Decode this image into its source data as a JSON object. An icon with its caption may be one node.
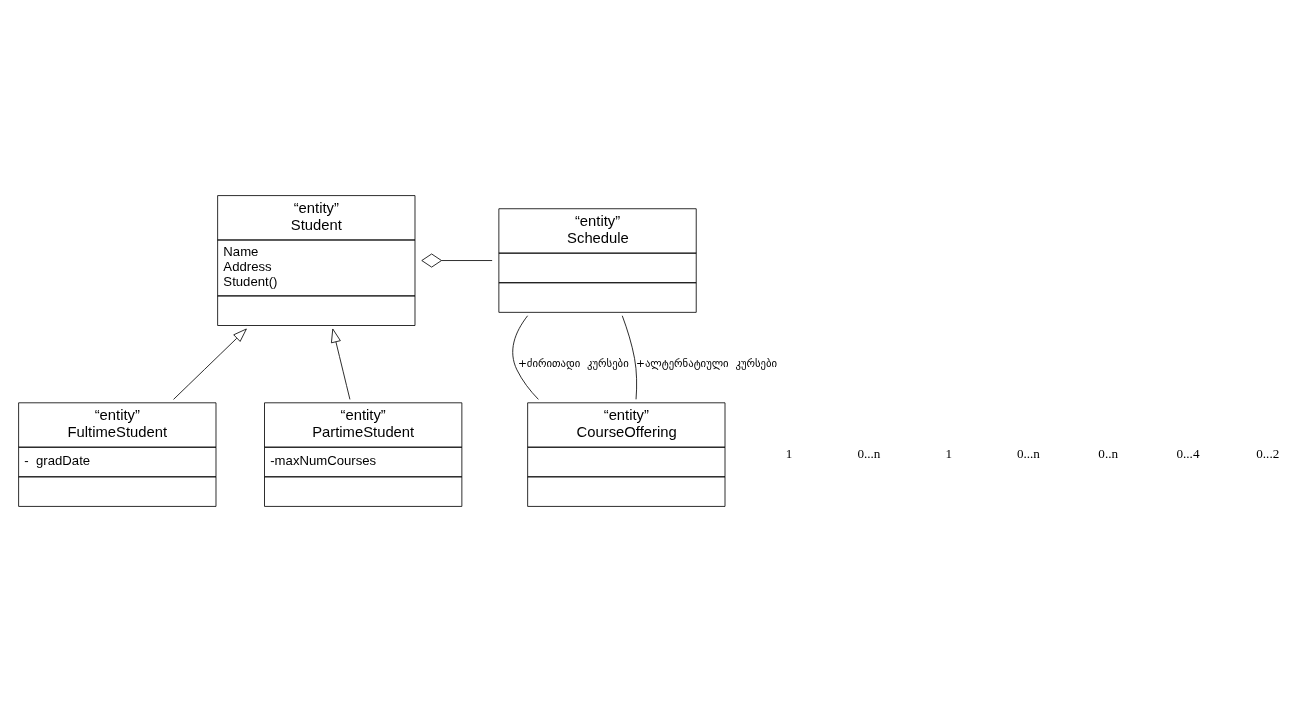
{
  "diagram": {
    "nodes": [
      {
        "text": [
          "“entity”",
          "Student",
          "Name",
          "Address",
          "Student()"
        ]
      },
      {
        "text": [
          "“entity”",
          "Schedule"
        ]
      },
      {
        "text": [
          "“entity”",
          "FultimeStudent",
          "-  gradDate"
        ]
      },
      {
        "text": [
          "“entity”",
          "PartimeStudent",
          "-maxNumCourses"
        ]
      },
      {
        "text": [
          "“entity”",
          "CourseOffering"
        ]
      }
    ],
    "edges": [
      {
        "from": 0,
        "to": 1,
        "arrow": "other"
      },
      {
        "from": 2,
        "to": 0,
        "arrow": "to"
      },
      {
        "from": 3,
        "to": 0,
        "arrow": "to"
      },
      {
        "from": 4,
        "to": 1,
        "arrow": "none",
        "label": "+ძირითადი  კურსები"
      },
      {
        "from": 4,
        "to": 1,
        "arrow": "none",
        "label": "+ალტერნატიული  კურსები"
      }
    ],
    "labels": [
      "1",
      "0...n",
      "1",
      "0...n",
      "0..n",
      "0...4",
      "0...2"
    ]
  }
}
